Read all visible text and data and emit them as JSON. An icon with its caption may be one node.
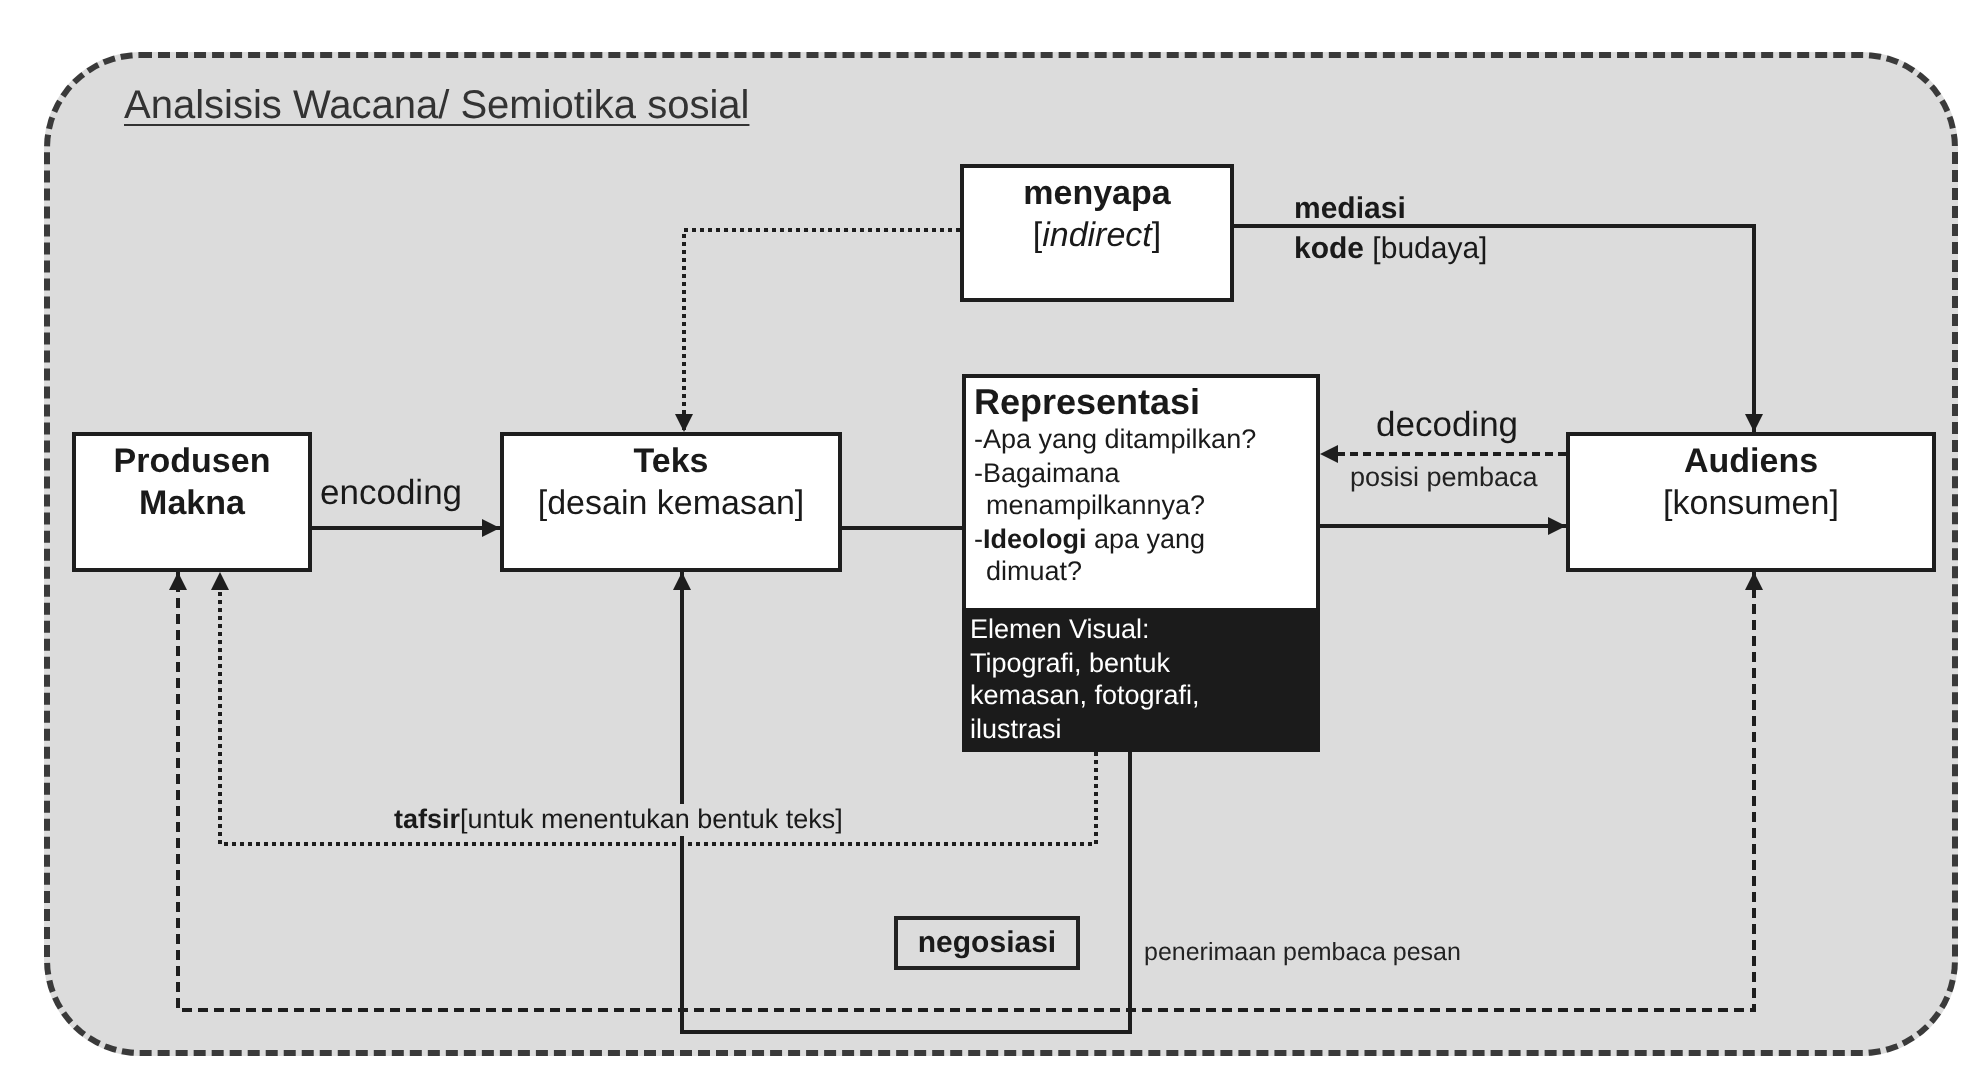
{
  "diagram": {
    "nodes": [
      {
        "text": [
          "Analsisis Wacana/ Semiotika sosial"
        ]
      },
      {
        "text": [
          "Produsen Makna"
        ],
        "in": 0
      },
      {
        "text": [
          "Teks",
          "[desain kemasan]"
        ],
        "in": 0
      },
      {
        "text": [
          "menyapa",
          "[*indirect*]"
        ],
        "in": 0
      },
      {
        "text": [
          "Representasi",
          "-Apa yang ditampilkan?",
          "-Bagaimana menampilkannya?",
          "-**Ideologi** apa yang dimuat?"
        ],
        "in": 0
      },
      {
        "text": [
          "Elemen Visual: Tipografi, bentuk kemasan, fotografi, ilustrasi"
        ],
        "in": 0
      },
      {
        "text": [
          "Audiens",
          "[konsumen]"
        ],
        "in": 0
      },
      {
        "text": [
          "negosiasi"
        ],
        "in": 0,
        "beside": [
          "penerimaan pembaca pesan"
        ]
      }
    ],
    "edges": [
      {
        "from": 1,
        "to": 2,
        "arrow": "to",
        "label": "encoding"
      },
      {
        "from": 3,
        "to": 2,
        "arrow": "to",
        "style": "dashed"
      },
      {
        "from": 3,
        "to": 6,
        "arrow": "to",
        "label": "**mediasi** **kode** [budaya]"
      },
      {
        "from": 6,
        "to": 4,
        "arrow": "to",
        "style": "dashed",
        "label": "decoding"
      },
      {
        "from": 2,
        "to": 4,
        "arrow": "none"
      },
      {
        "from": 4,
        "to": 6,
        "arrow": "to"
      },
      {
        "from": 5,
        "to": 2,
        "arrow": "to"
      },
      {
        "from": 5,
        "to": 1,
        "arrow": "to",
        "style": "dashed",
        "label": "**tafsir**[untuk menentukan bentuk teks]"
      },
      {
        "from": 6,
        "to": 1,
        "arrow": "both",
        "style": "dashed"
      }
    ],
    "labels": [
      "posisi pembaca"
    ]
  }
}
